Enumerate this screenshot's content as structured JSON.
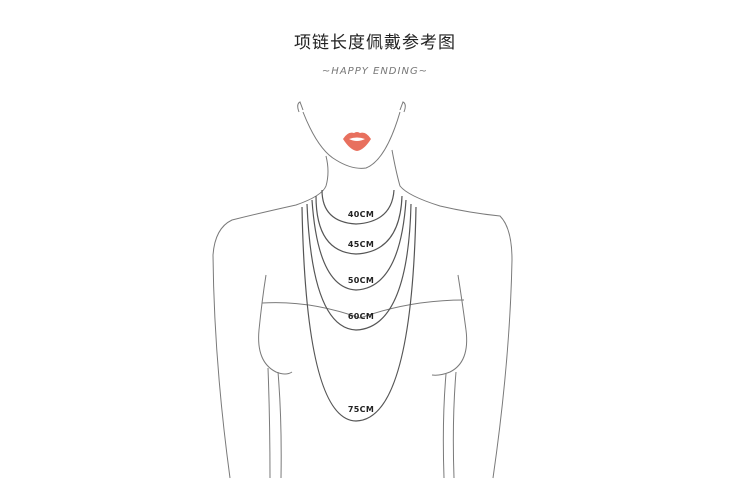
{
  "header": {
    "title": "项链长度佩戴参考图",
    "subtitle": "~HAPPY ENDING~"
  },
  "colors": {
    "line": "#6a6a6a",
    "chain": "#555555",
    "lips": "#e8705e",
    "title": "#222222"
  },
  "necklaces": [
    {
      "label": "40CM",
      "length_cm": 40
    },
    {
      "label": "45CM",
      "length_cm": 45
    },
    {
      "label": "50CM",
      "length_cm": 50
    },
    {
      "label": "60CM",
      "length_cm": 60
    },
    {
      "label": "75CM",
      "length_cm": 75
    }
  ]
}
